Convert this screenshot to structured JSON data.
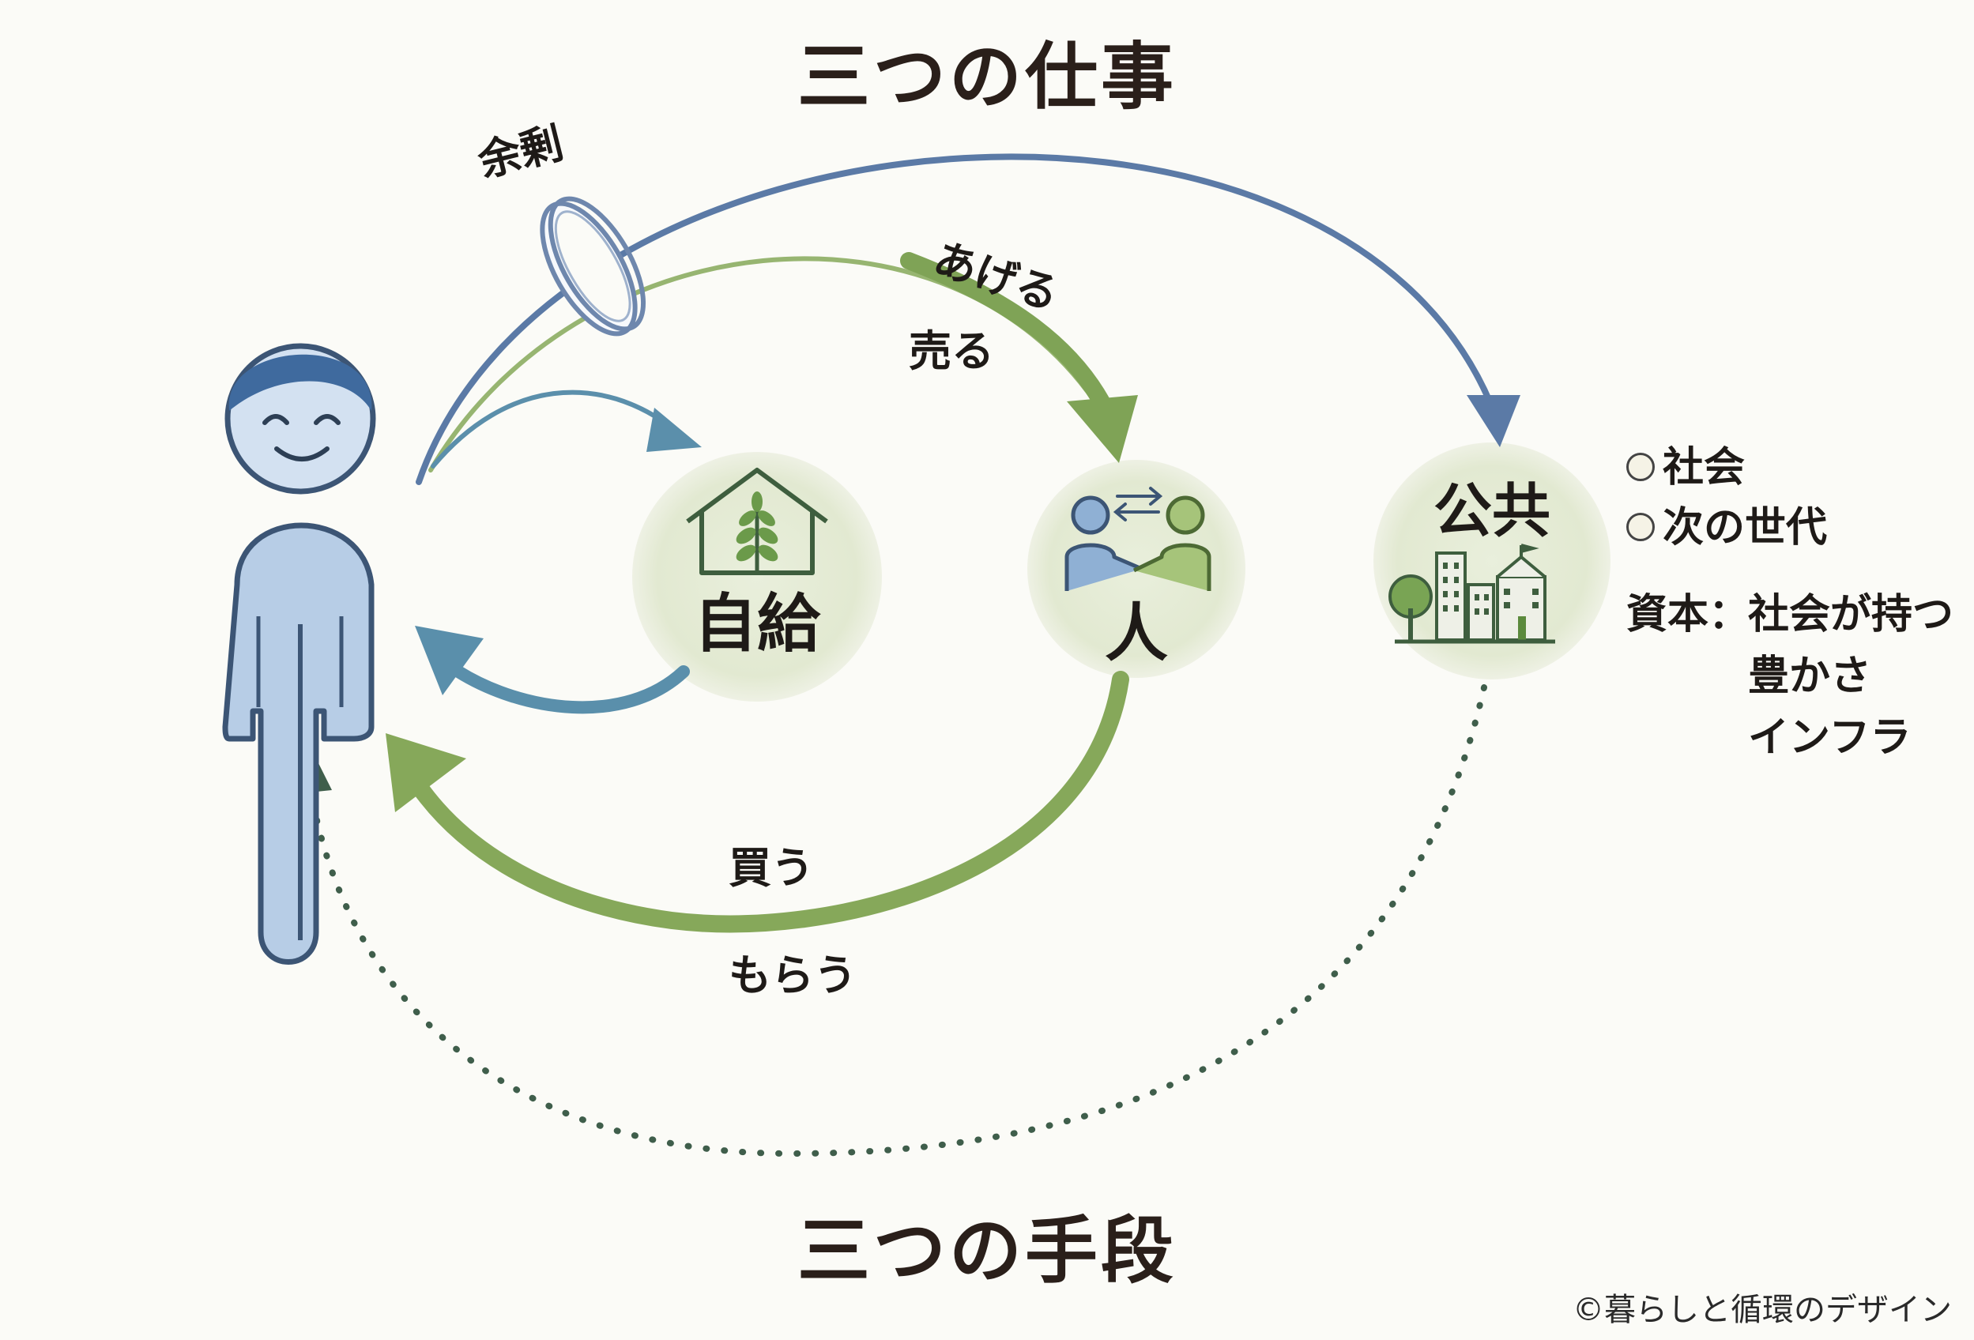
{
  "title_top": "三つの仕事",
  "title_bottom": "三つの手段",
  "nodes": {
    "self_supply": "自給",
    "person": "人",
    "public": "公共"
  },
  "labels": {
    "surplus": "余剰",
    "give": "あげる",
    "sell": "売る",
    "buy": "買う",
    "receive": "もらう"
  },
  "public_notes": {
    "items": [
      "社会",
      "次の世代"
    ],
    "capital_label": "資本：",
    "capital_lines": [
      "社会が持つ",
      "豊かさ",
      "インフラ"
    ]
  },
  "credit": "©暮らしと循環のデザイン",
  "colors": {
    "blue_arrow": "#5b7aa6",
    "teal_arrow": "#5a8fab",
    "green_arrow": "#86a85a",
    "dotted": "#3f5e4b",
    "node_fill": "#e6ecd6",
    "person_fill": "#b7cde6",
    "person_stroke": "#3c5575"
  },
  "icons": [
    "person-figure-icon",
    "house-sprout-icon",
    "handshake-exchange-icon",
    "city-buildings-icon",
    "surplus-ring-icon"
  ]
}
